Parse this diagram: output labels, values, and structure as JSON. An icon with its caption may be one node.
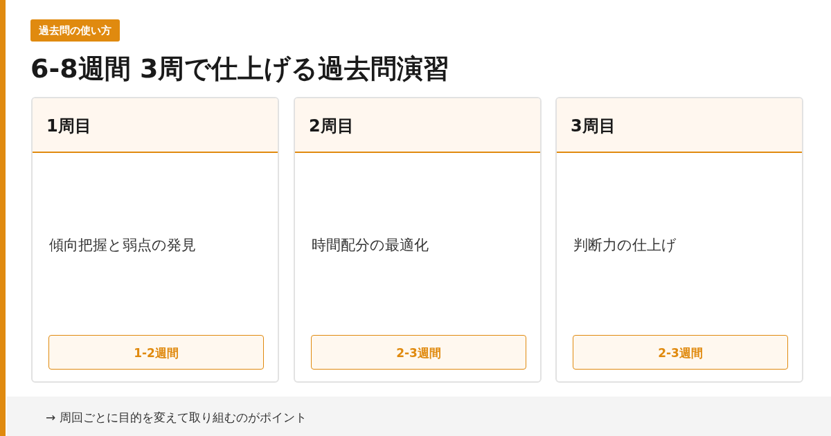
{
  "diagram": {
    "title": "6-8週間 3周で仕上げる過去問演習",
    "caption": "→ 周回ごとに目的を変えて取り組むのがポイント",
    "labels": [
      "過去問の使い方"
    ],
    "nodes": [
      {
        "text": [
          "1周目",
          "傾向把握と弱点の発見"
        ]
      },
      {
        "text": [
          "1-2週間"
        ],
        "in": 0
      },
      {
        "text": [
          "2周目",
          "時間配分の最適化"
        ]
      },
      {
        "text": [
          "2-3週間"
        ],
        "in": 2
      },
      {
        "text": [
          "3周目",
          "判断力の仕上げ"
        ]
      },
      {
        "text": [
          "2-3週間"
        ],
        "in": 4
      }
    ]
  }
}
